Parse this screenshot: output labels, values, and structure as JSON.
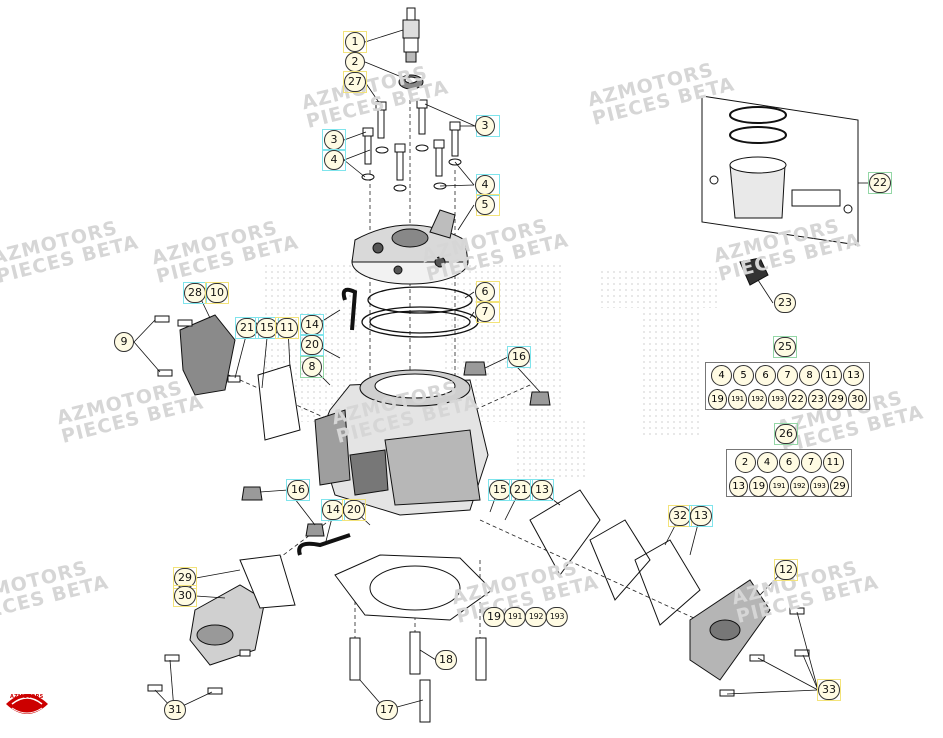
{
  "watermark": {
    "line1": "AZMOTORS",
    "line2": "PIECES BETA"
  },
  "callouts": [
    {
      "id": "c1",
      "label": "1"
    },
    {
      "id": "c2",
      "label": "2"
    },
    {
      "id": "c27",
      "label": "27"
    },
    {
      "id": "c3a",
      "label": "3"
    },
    {
      "id": "c4a",
      "label": "4"
    },
    {
      "id": "c3b",
      "label": "3"
    },
    {
      "id": "c4b",
      "label": "4"
    },
    {
      "id": "c5",
      "label": "5"
    },
    {
      "id": "c6",
      "label": "6"
    },
    {
      "id": "c7",
      "label": "7"
    },
    {
      "id": "c28",
      "label": "28"
    },
    {
      "id": "c10",
      "label": "10"
    },
    {
      "id": "c9",
      "label": "9"
    },
    {
      "id": "c21a",
      "label": "21"
    },
    {
      "id": "c15a",
      "label": "15"
    },
    {
      "id": "c11",
      "label": "11"
    },
    {
      "id": "c14a",
      "label": "14"
    },
    {
      "id": "c20a",
      "label": "20"
    },
    {
      "id": "c8",
      "label": "8"
    },
    {
      "id": "c16a",
      "label": "16"
    },
    {
      "id": "c16b",
      "label": "16"
    },
    {
      "id": "c15b",
      "label": "15"
    },
    {
      "id": "c21b",
      "label": "21"
    },
    {
      "id": "c13a",
      "label": "13"
    },
    {
      "id": "c14b",
      "label": "14"
    },
    {
      "id": "c20b",
      "label": "20"
    },
    {
      "id": "c32",
      "label": "32"
    },
    {
      "id": "c13b",
      "label": "13"
    },
    {
      "id": "c12",
      "label": "12"
    },
    {
      "id": "c29",
      "label": "29"
    },
    {
      "id": "c30",
      "label": "30"
    },
    {
      "id": "c19",
      "label": "19"
    },
    {
      "id": "c191",
      "label": "191"
    },
    {
      "id": "c192",
      "label": "192"
    },
    {
      "id": "c193",
      "label": "193"
    },
    {
      "id": "c18",
      "label": "18"
    },
    {
      "id": "c17",
      "label": "17"
    },
    {
      "id": "c31",
      "label": "31"
    },
    {
      "id": "c33",
      "label": "33"
    },
    {
      "id": "c22",
      "label": "22"
    },
    {
      "id": "c23",
      "label": "23"
    },
    {
      "id": "c25",
      "label": "25"
    },
    {
      "id": "c26",
      "label": "26"
    }
  ],
  "kits": {
    "kit25": {
      "title": "25",
      "row1": [
        "4",
        "5",
        "6",
        "7",
        "8",
        "11",
        "13"
      ],
      "row2": [
        "19",
        "191",
        "192",
        "193",
        "22",
        "23",
        "29",
        "30"
      ]
    },
    "kit26": {
      "title": "26",
      "row1": [
        "2",
        "4",
        "6",
        "7",
        "11"
      ],
      "row2": [
        "13",
        "19",
        "191",
        "192",
        "193",
        "29"
      ]
    }
  },
  "logo": {
    "text": "AZMOTORS",
    "color": "#cc0000"
  },
  "colors": {
    "cyan_box": "#7fe4ec",
    "yellow_box": "#f3e37a",
    "green_box": "#94d7a6",
    "callout_fill": "#fffbe3"
  }
}
